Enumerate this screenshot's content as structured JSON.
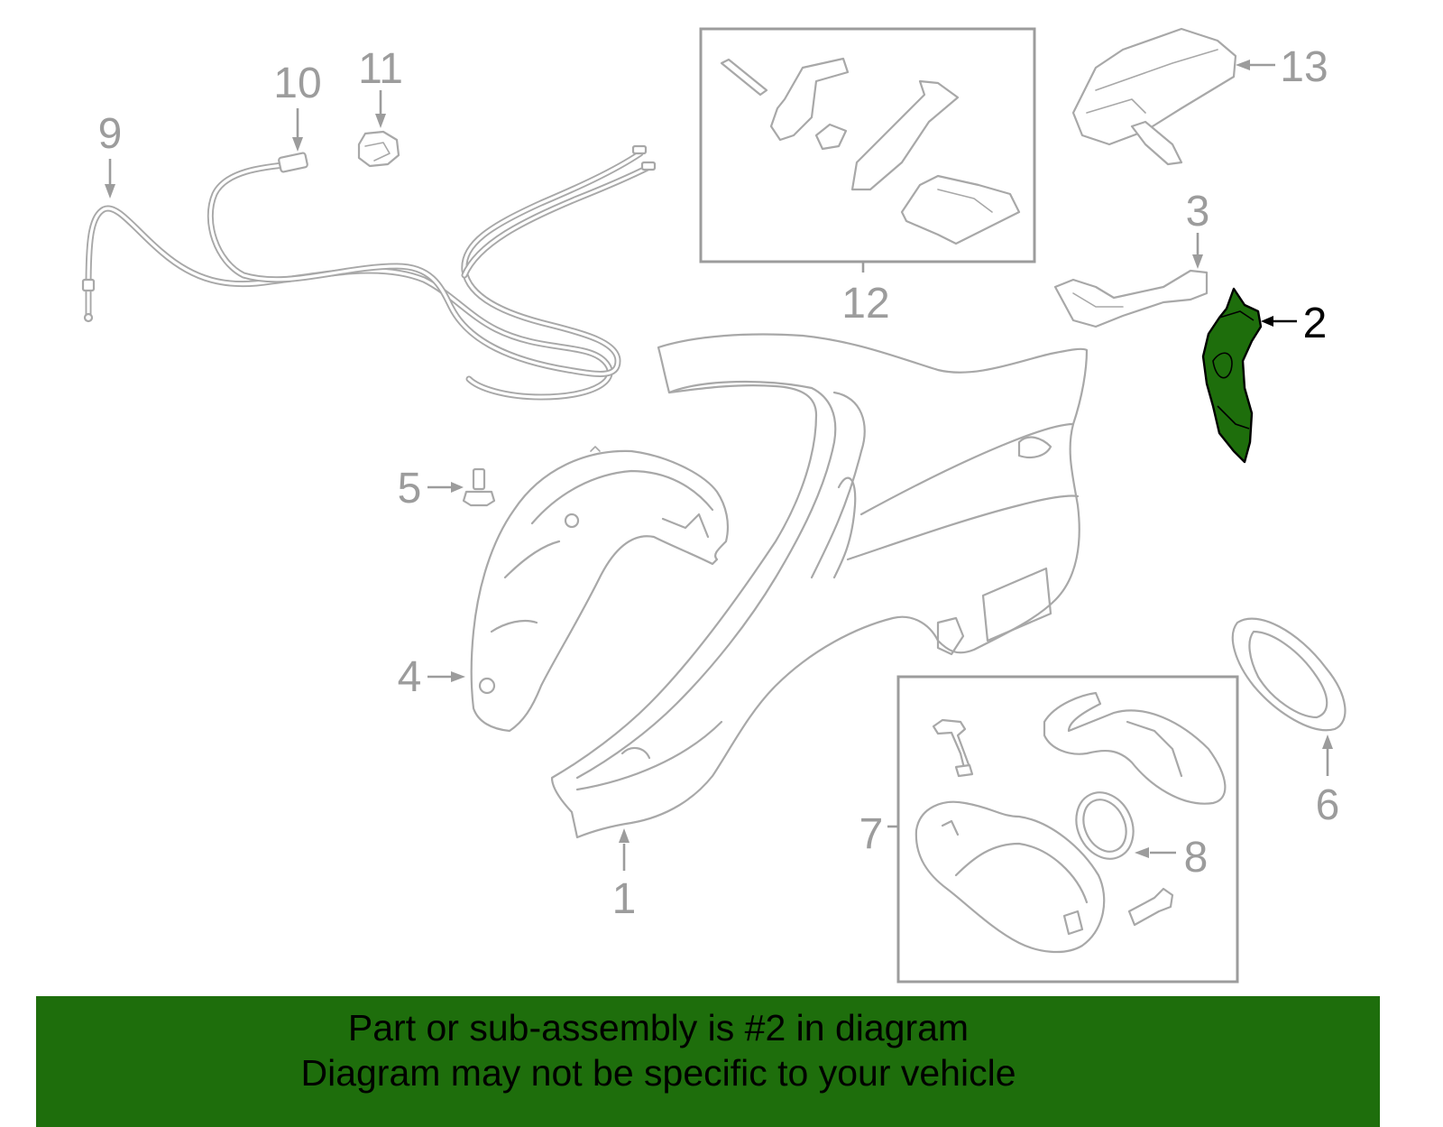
{
  "diagram": {
    "highlighted_part": "2",
    "highlight_color": "#1e6e0c",
    "part_line_color": "#a8a8a8",
    "callouts": {
      "c1": "1",
      "c2": "2",
      "c3": "3",
      "c4": "4",
      "c5": "5",
      "c6": "6",
      "c7": "7",
      "c8": "8",
      "c9": "9",
      "c10": "10",
      "c11": "11",
      "c12": "12",
      "c13": "13"
    }
  },
  "banner": {
    "background": "#1e6e0c",
    "line1": "Part or sub-assembly is #2 in diagram",
    "line2": "Diagram may not be specific to your vehicle"
  }
}
